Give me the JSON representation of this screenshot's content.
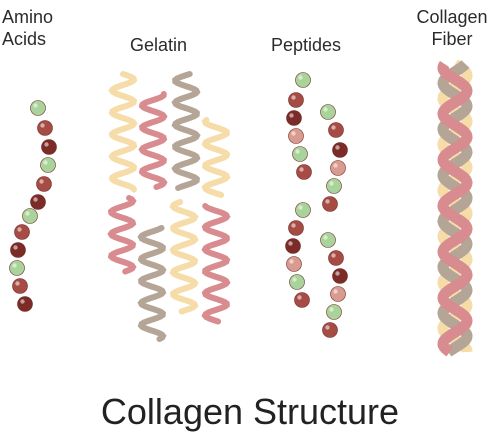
{
  "labels": {
    "amino_line1": "Amino",
    "amino_line2": "Acids",
    "gelatin": "Gelatin",
    "peptides": "Peptides",
    "collagen_line1": "Collagen",
    "collagen_line2": "Fiber"
  },
  "title": "Collagen Structure",
  "stock_id": "#192343604",
  "colors": {
    "yellow": "#f5dca8",
    "pink": "#d98c8f",
    "taupe": "#b4a597",
    "bead_dark": "#7d2b27",
    "bead_mid": "#a64c44",
    "bead_light": "#d99a8f",
    "bead_green": "#a8d39a"
  }
}
